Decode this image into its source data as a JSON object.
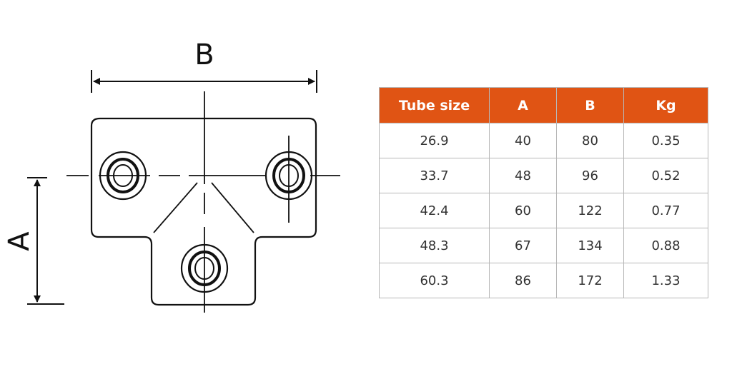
{
  "diagram": {
    "dimension_b_label": "B",
    "dimension_a_label": "A"
  },
  "table": {
    "header_color": "#e05414",
    "columns": [
      "Tube size",
      "A",
      "B",
      "Kg"
    ],
    "rows": [
      [
        "26.9",
        "40",
        "80",
        "0.35"
      ],
      [
        "33.7",
        "48",
        "96",
        "0.52"
      ],
      [
        "42.4",
        "60",
        "122",
        "0.77"
      ],
      [
        "48.3",
        "67",
        "134",
        "0.88"
      ],
      [
        "60.3",
        "86",
        "172",
        "1.33"
      ]
    ]
  }
}
